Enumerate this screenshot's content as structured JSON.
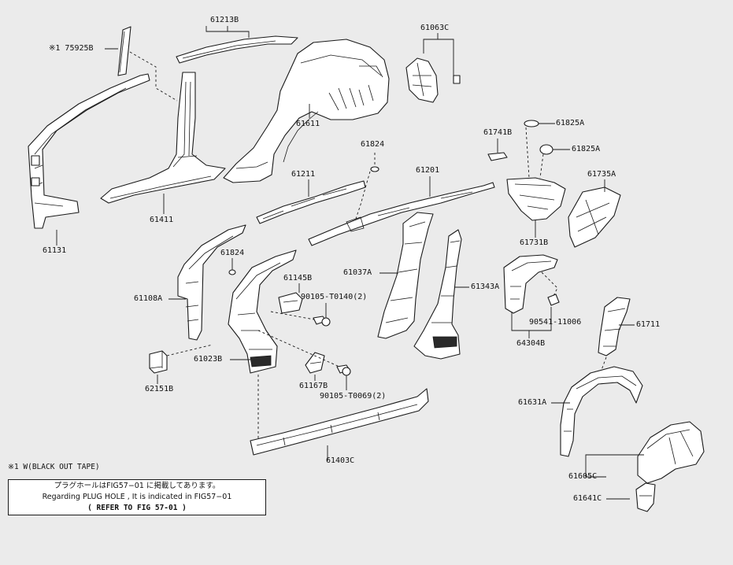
{
  "diagram": {
    "labels": {
      "p75925B": "※1 75925B",
      "p61213B": "61213B",
      "p61611": "61611",
      "p61063C": "61063C",
      "p61131": "61131",
      "p61411": "61411",
      "p61211": "61211",
      "p61824a": "61824",
      "p61201": "61201",
      "p61741B": "61741B",
      "p61825Aa": "61825A",
      "p61825Ab": "61825A",
      "p61735A": "61735A",
      "p61731B": "61731B",
      "p61824b": "61824",
      "p61108A": "61108A",
      "p61145B": "61145B",
      "p90105T0140": "90105-T0140(2)",
      "p61037A": "61037A",
      "p61343A": "61343A",
      "p90541": "90541-11006",
      "p64304B": "64304B",
      "p61711": "61711",
      "p61023B": "61023B",
      "p62151B": "62151B",
      "p61167B": "61167B",
      "p90105T0069": "90105-T0069(2)",
      "p61631A": "61631A",
      "p61403C": "61403C",
      "p61605C": "61605C",
      "p61641C": "61641C"
    },
    "footnote": "※1 W(BLACK OUT TAPE)",
    "note": {
      "line1": "プラグホールはFIG57−01 に掲載してあります。",
      "line2": "Regarding PLUG HOLE , It is indicated in FIG57−01",
      "line3": "( REFER TO FIG 57-01 )"
    }
  }
}
